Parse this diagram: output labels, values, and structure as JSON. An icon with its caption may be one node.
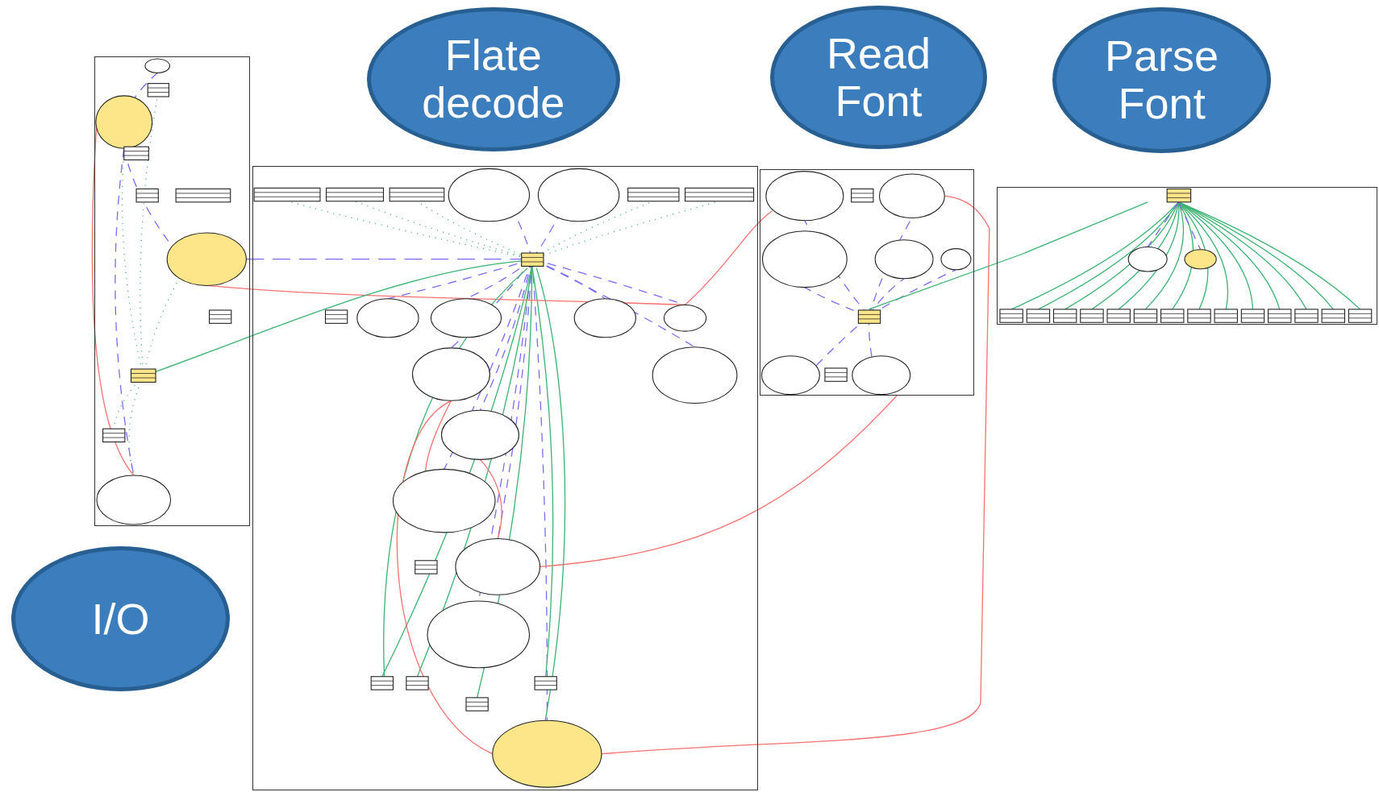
{
  "diagram": {
    "nodes": [
      {
        "text": [
          "Flate decode"
        ]
      },
      {
        "text": [
          "Read Font"
        ]
      },
      {
        "text": [
          "Parse Font"
        ]
      },
      {
        "text": [],
        "shape": "box"
      },
      {
        "text": [],
        "shape": "box"
      },
      {
        "text": [],
        "shape": "box"
      },
      {
        "text": [],
        "shape": "box"
      },
      {
        "text": [
          "I/O"
        ]
      }
    ]
  }
}
